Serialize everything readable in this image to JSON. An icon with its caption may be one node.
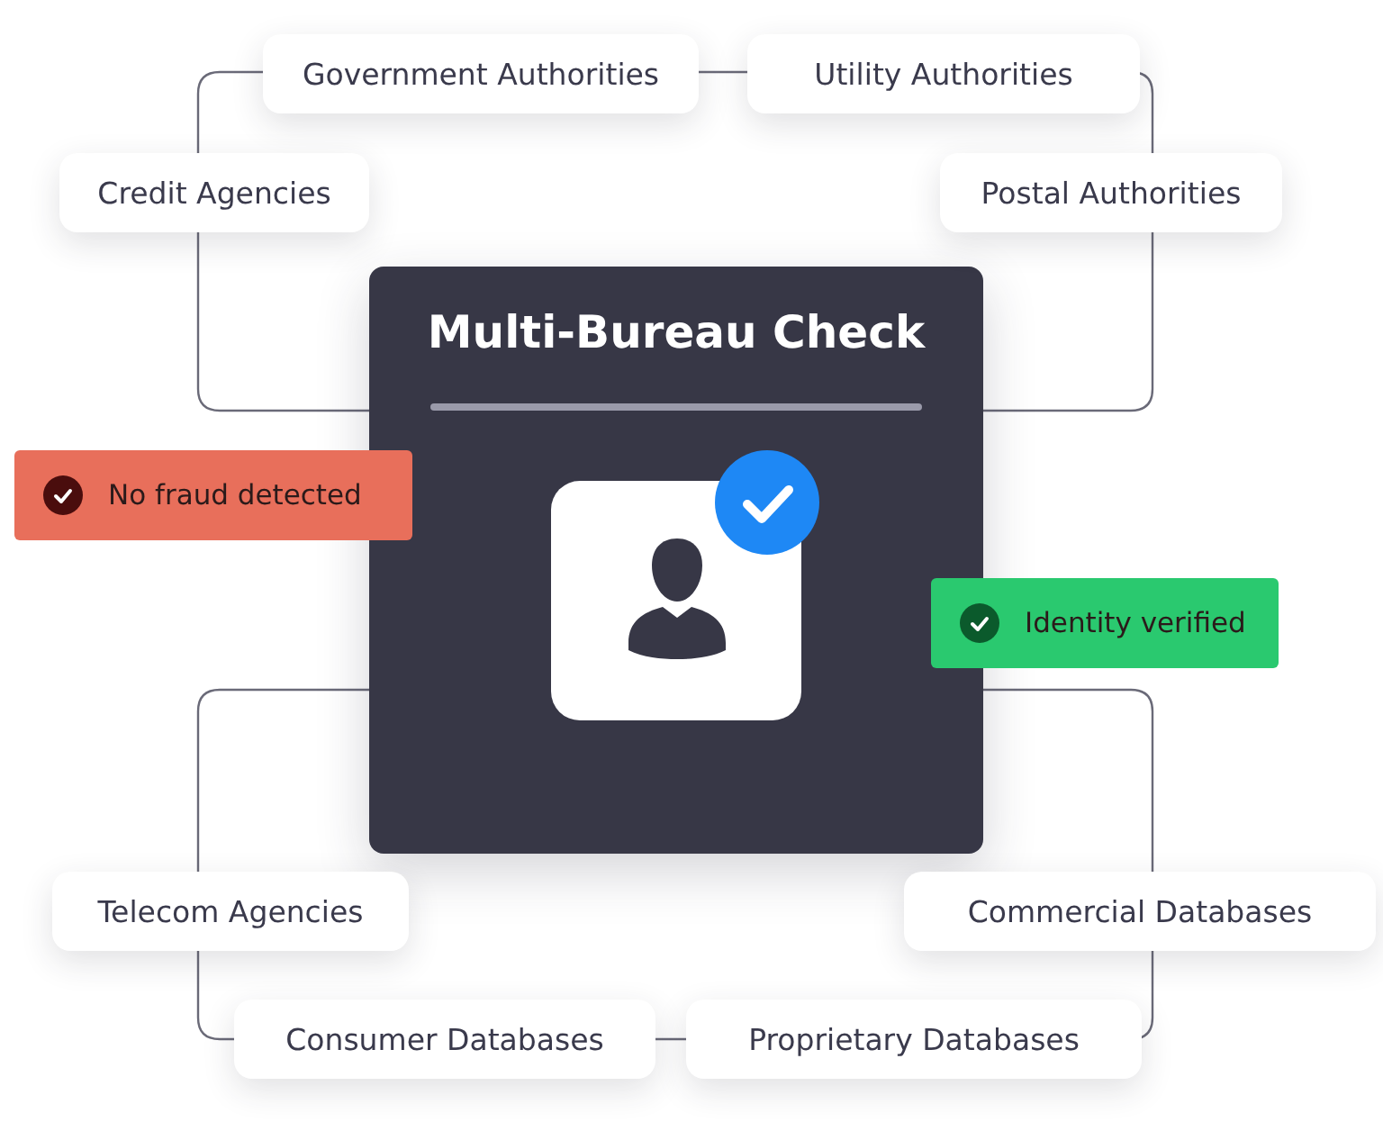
{
  "diagram": {
    "nodes": [
      {
        "text": [
          "Multi-Bureau Check"
        ]
      },
      {
        "text": [
          "Government Authorities"
        ]
      },
      {
        "text": [
          "Utility Authorities"
        ]
      },
      {
        "text": [
          "Credit Agencies"
        ]
      },
      {
        "text": [
          "Postal Authorities"
        ]
      },
      {
        "text": [
          "No fraud detected"
        ]
      },
      {
        "text": [
          "Identity verified"
        ]
      },
      {
        "text": [
          "Telecom Agencies"
        ]
      },
      {
        "text": [
          "Commercial Databases"
        ]
      },
      {
        "text": [
          "Consumer Databases"
        ]
      },
      {
        "text": [
          "Proprietary Databases"
        ]
      }
    ],
    "edges": [
      {
        "from": 0,
        "to": 3,
        "arrow": "none"
      },
      {
        "from": 3,
        "to": 1,
        "arrow": "none"
      },
      {
        "from": 1,
        "to": 2,
        "arrow": "none"
      },
      {
        "from": 2,
        "to": 4,
        "arrow": "none"
      },
      {
        "from": 4,
        "to": 0,
        "arrow": "none"
      },
      {
        "from": 0,
        "to": 7,
        "arrow": "none"
      },
      {
        "from": 7,
        "to": 9,
        "arrow": "none"
      },
      {
        "from": 9,
        "to": 10,
        "arrow": "none"
      },
      {
        "from": 10,
        "to": 8,
        "arrow": "none"
      },
      {
        "from": 8,
        "to": 0,
        "arrow": "none"
      }
    ]
  }
}
